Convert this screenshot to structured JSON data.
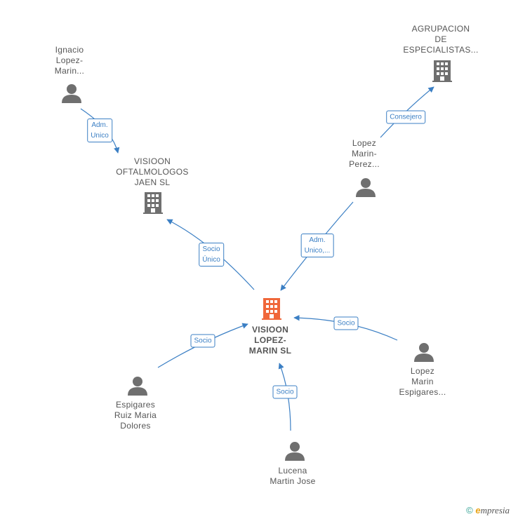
{
  "nodes": [
    {
      "id": "ignacio",
      "type": "person",
      "label": "Ignacio\nLopez-\nMarin..."
    },
    {
      "id": "agrupacion",
      "type": "company",
      "label": "AGRUPACION\nDE\nESPECIALISTAS..."
    },
    {
      "id": "visioon_jaen",
      "type": "company",
      "label": "VISIOON\nOFTALMOLOGOS\nJAEN  SL"
    },
    {
      "id": "lopez_perez",
      "type": "person",
      "label": "Lopez\nMarin-\nPerez..."
    },
    {
      "id": "main",
      "type": "company-main",
      "label": "VISIOON\nLOPEZ-\nMARIN  SL"
    },
    {
      "id": "espigares_ruiz",
      "type": "person",
      "label": "Espigares\nRuiz Maria\nDolores"
    },
    {
      "id": "lopez_espigares",
      "type": "person",
      "label": "Lopez\nMarin\nEspigares..."
    },
    {
      "id": "lucena",
      "type": "person",
      "label": "Lucena\nMartin Jose"
    }
  ],
  "edges": [
    {
      "id": "e1",
      "label": "Adm.\nUnico"
    },
    {
      "id": "e2",
      "label": "Consejero"
    },
    {
      "id": "e3",
      "label": "Socio\nÚnico"
    },
    {
      "id": "e4",
      "label": "Adm.\nUnico,..."
    },
    {
      "id": "e5",
      "label": "Socio"
    },
    {
      "id": "e6",
      "label": "Socio"
    },
    {
      "id": "e7",
      "label": "Socio"
    }
  ],
  "colors": {
    "edge": "#3b7fc4",
    "icon": "#6f6f6f",
    "main_icon": "#f0673a"
  },
  "footer": {
    "copyright": "©",
    "brand_e": "e",
    "brand_rest": "mpresia"
  }
}
